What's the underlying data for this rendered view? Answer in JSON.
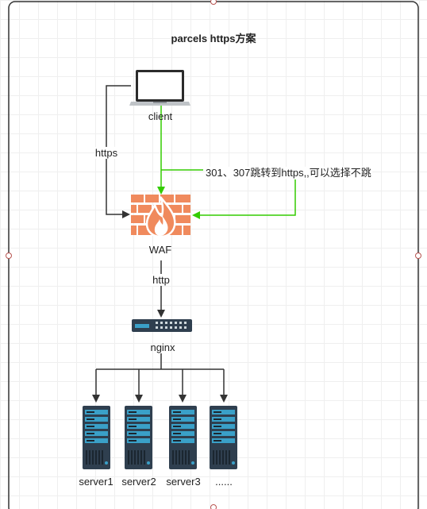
{
  "title": "parcels https方案",
  "nodes": {
    "client": "client",
    "waf": "WAF",
    "nginx": "nginx",
    "servers": [
      "server1",
      "server2",
      "server3",
      "......"
    ]
  },
  "edges": {
    "https": "https",
    "http": "http",
    "redirect": "301、307跳转到https,,可以选择不跳"
  },
  "colors": {
    "frame": "#333333",
    "edge": "#333333",
    "redirect_edge": "#33cc00",
    "firewall": "#f08a5d",
    "server_dark": "#2f3f4f",
    "server_accent": "#3aa0c8"
  },
  "icons": [
    "laptop-icon",
    "firewall-icon",
    "switch-icon",
    "server-icon"
  ]
}
